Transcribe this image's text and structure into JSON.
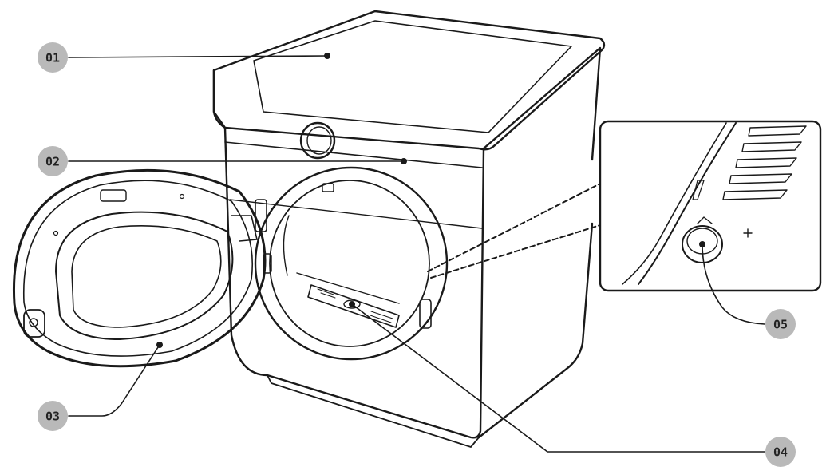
{
  "callouts": [
    {
      "id": "01",
      "label": "01"
    },
    {
      "id": "02",
      "label": "02"
    },
    {
      "id": "03",
      "label": "03"
    },
    {
      "id": "04",
      "label": "04"
    },
    {
      "id": "05",
      "label": "05"
    }
  ],
  "colors": {
    "line": "#1a1a1a",
    "badge": "#b9b9b9",
    "badge_text": "#222222",
    "background": "#ffffff"
  }
}
